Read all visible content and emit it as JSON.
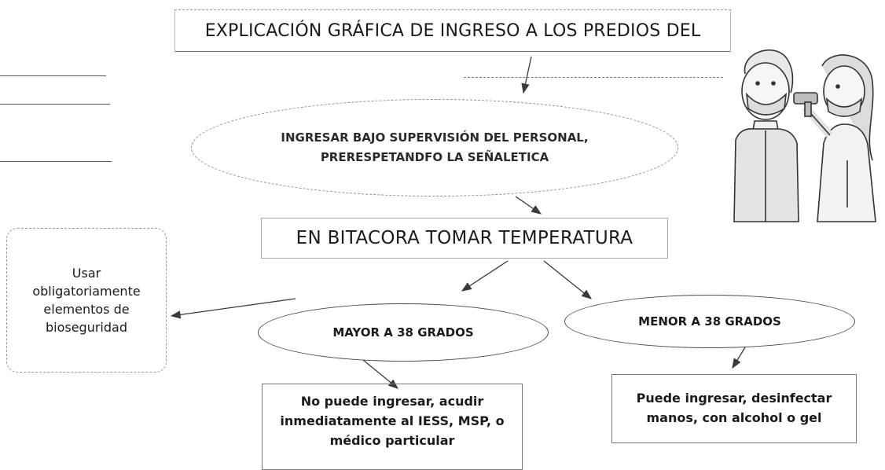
{
  "title": "EXPLICACIÓN GRÁFICA DE INGRESO A LOS PREDIOS DEL",
  "nodes": {
    "step1_line1": "INGRESAR BAJO SUPERVISIÓN DEL PERSONAL,",
    "step1_line2": "PRERESPETANDFO LA SEÑALETICA",
    "step2": "EN BITACORA TOMAR TEMPERATURA",
    "mayor": "MAYOR A 38  GRADOS",
    "menor": "MENOR A 38  GRADOS",
    "biosecurity": "Usar obligatoriamente elementos de bioseguridad",
    "no_ingreso": "No puede ingresar, acudir inmediatamente al IESS, MSP, o médico particular",
    "si_ingreso": "Puede ingresar, desinfectar manos, con alcohol o gel"
  },
  "illustration": "health-worker-taking-temperature-icon",
  "colors": {
    "line": "#3a3a3a",
    "text": "#1a1a1a",
    "background": "#ffffff"
  }
}
